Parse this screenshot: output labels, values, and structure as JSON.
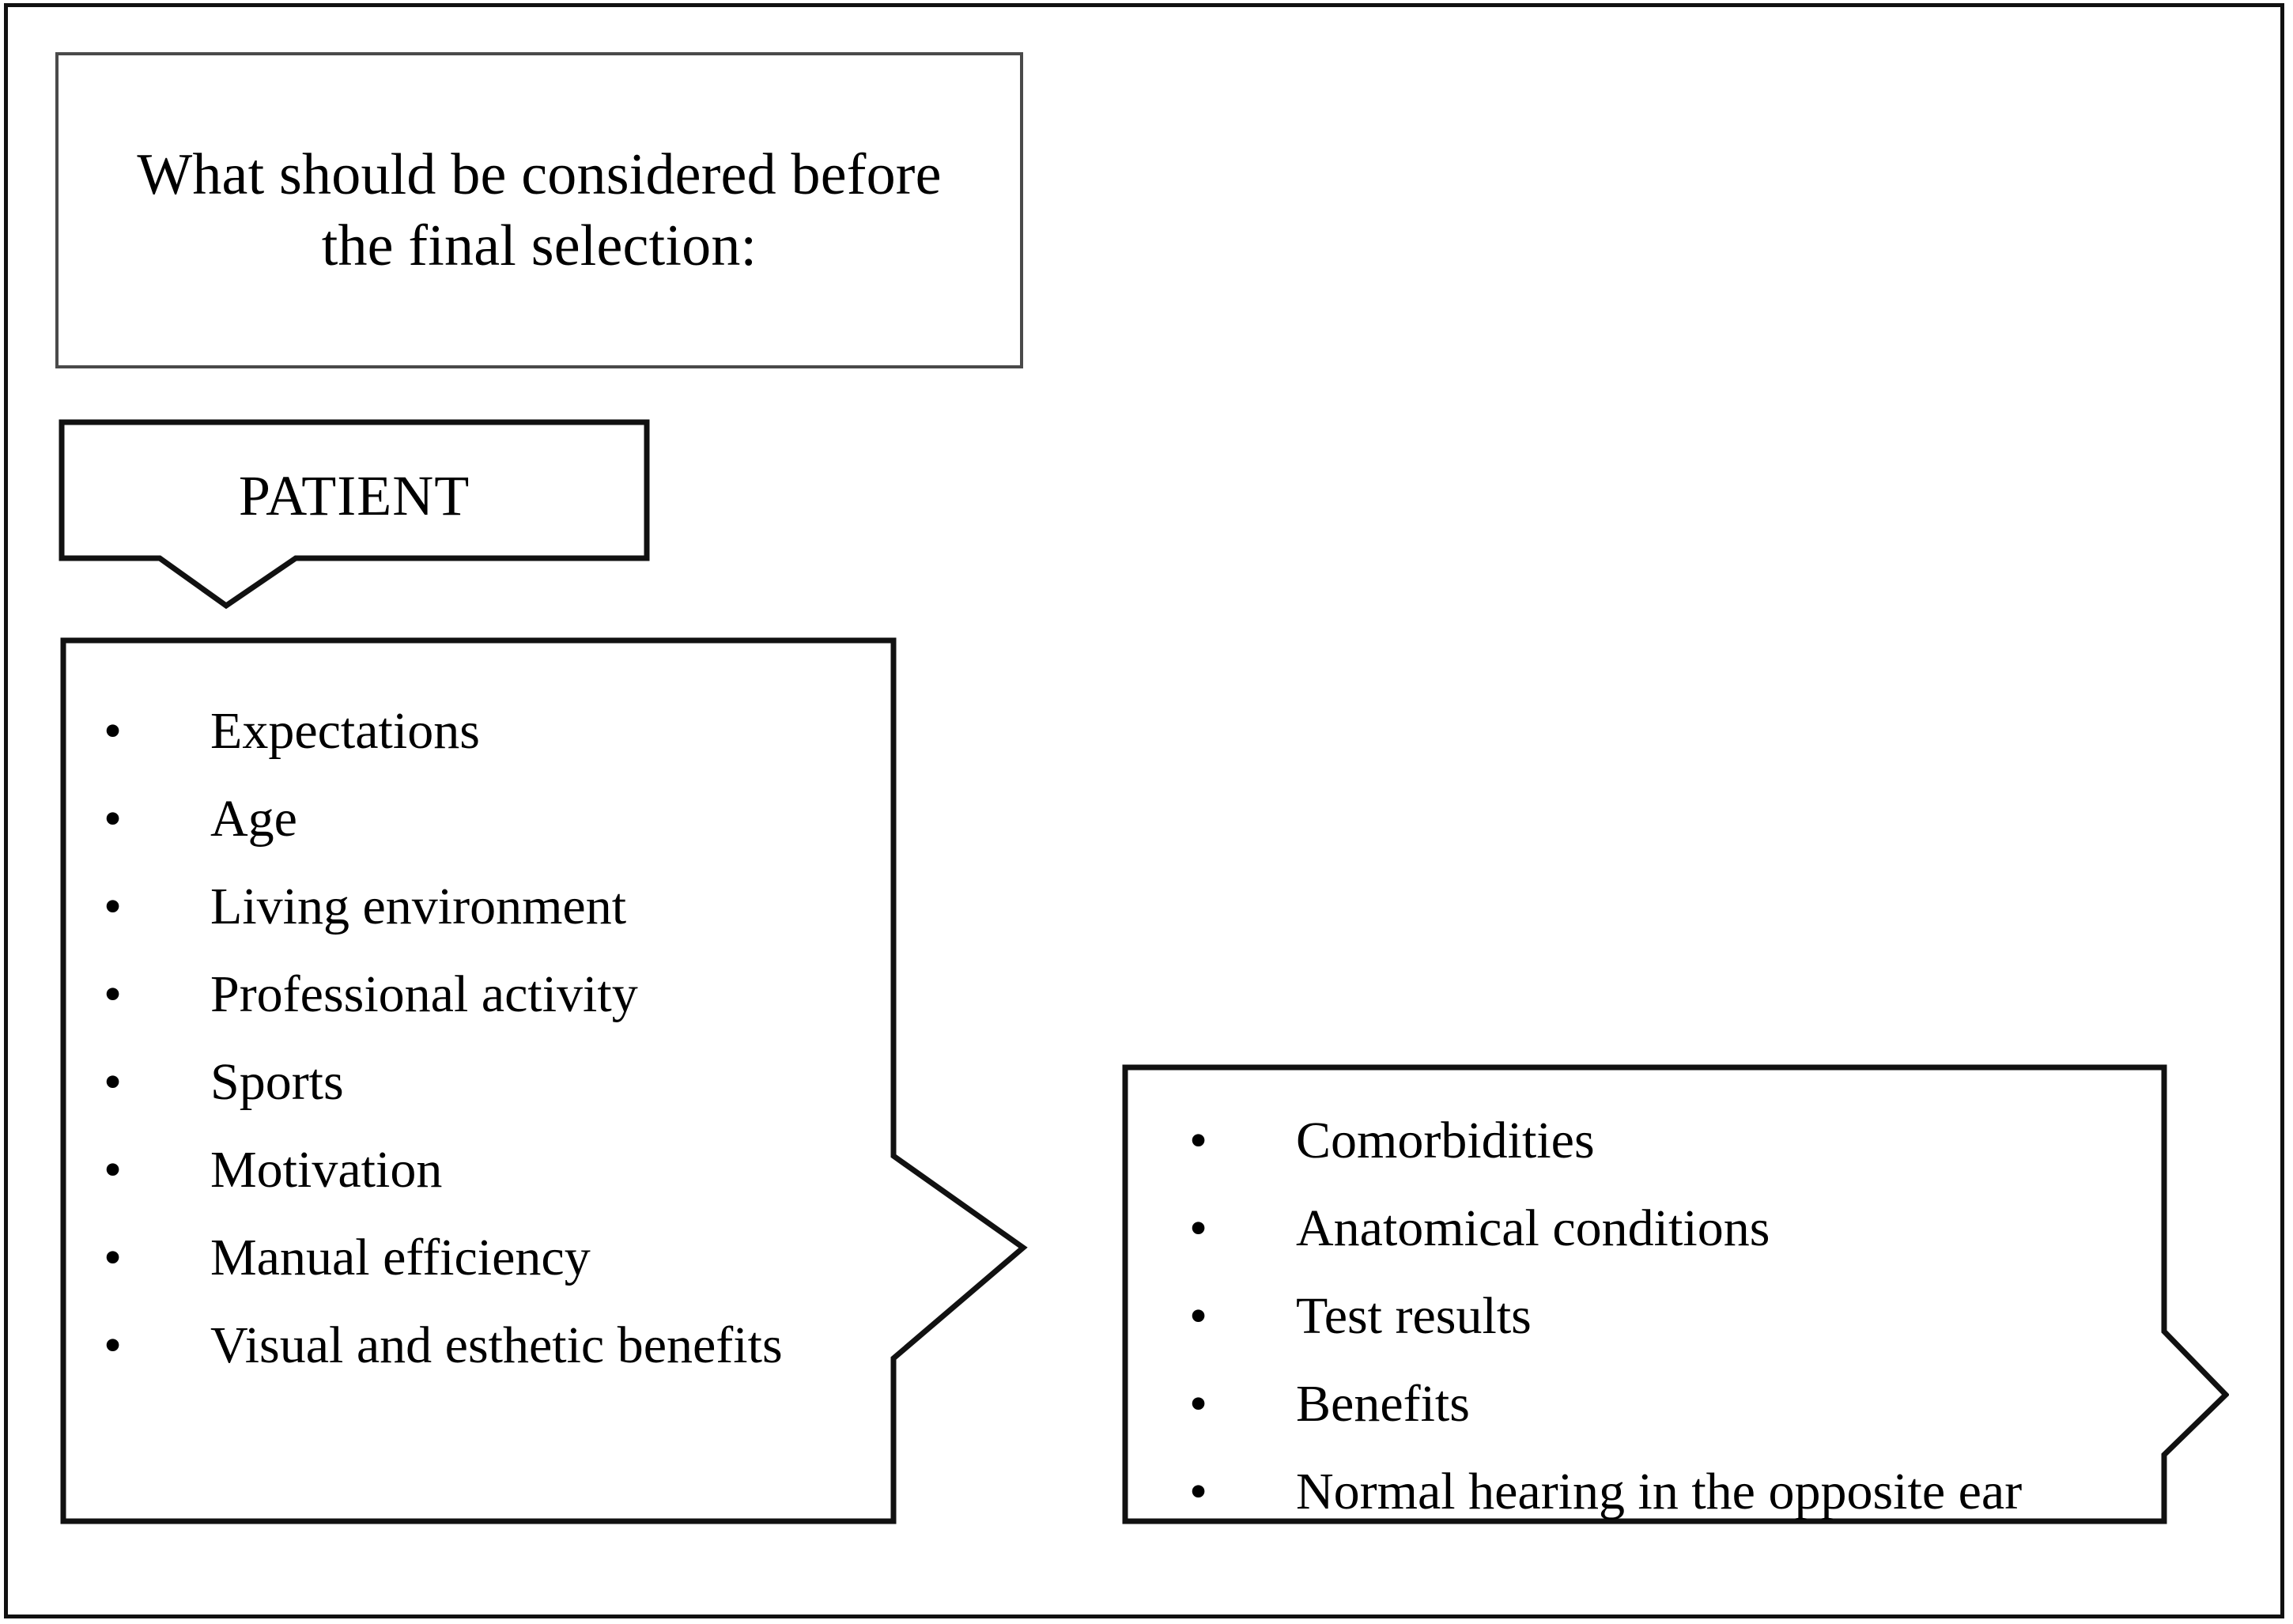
{
  "diagram": {
    "title_box": {
      "text": "What should be considered before\nthe final selection:"
    },
    "callout": {
      "label": "PATIENT",
      "shape": "rounded-rectangular-callout-with-down-tail"
    },
    "patient_factors_box": {
      "shape": "right-arrow-pentagon",
      "bullet_glyph": "•",
      "items": [
        "Expectations",
        "Age",
        "Living environment",
        "Professional activity",
        "Sports",
        "Motivation",
        "Manual efficiency",
        "Visual and esthetic benefits"
      ]
    },
    "clinical_factors_box": {
      "shape": "right-arrow-pentagon",
      "bullet_glyph": "•",
      "items": [
        "Comorbidities",
        "Anatomical conditions",
        "Test results",
        "Benefits",
        "Normal hearing in the opposite ear"
      ]
    },
    "colors": {
      "stroke": "#111111",
      "title_stroke": "#4a4a4a",
      "background": "#ffffff",
      "text": "#000000"
    }
  }
}
